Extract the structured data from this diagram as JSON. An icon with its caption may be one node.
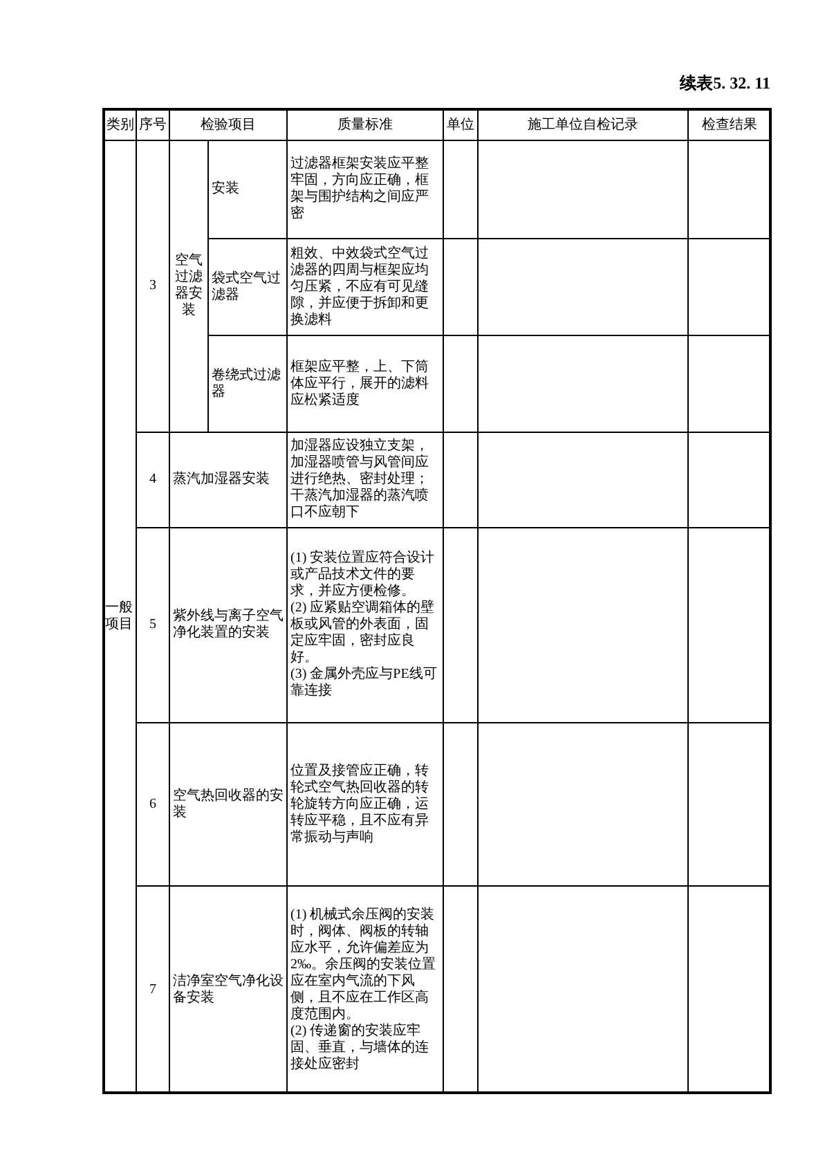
{
  "diagram": {
    "labels": [
      "续表5. 32. 11",
      "类别",
      "序号",
      "检验项目",
      "质量标准",
      "单位",
      "施工单位自检记录",
      "检查结果",
      "一般项目",
      "3",
      "空气过滤器安装",
      "安装",
      "过滤器框架安装应平整牢固，方向应正确，框架与围护结构之间应严密",
      "袋式空气过滤器",
      "粗效、中效袋式空气过滤器的四周与框架应均匀压紧，不应有可见缝隙，并应便于拆卸和更换滤料",
      "卷绕式过滤器",
      "框架应平整，上、下筒体应平行，展开的滤料应松紧适度",
      "4",
      "蒸汽加湿器安装",
      "加湿器应设独立支架，加湿器喷管与风管间应进行绝热、密封处理；干蒸汽加湿器的蒸汽喷口不应朝下",
      "5",
      "紫外线与离子空气净化装置的安装",
      "(1) 安装位置应符合设计或产品技术文件的要求，并应方便检修。",
      "(2) 应紧贴空调箱体的壁板或风管的外表面，固定应牢固，密封应良好。",
      "(3) 金属外壳应与PE线可靠连接",
      "6",
      "空气热回收器的安装",
      "位置及接管应正确，转轮式空气热回收器的转轮旋转方向应正确，运转应平稳，且不应有异常振动与声响",
      "7",
      "洁净室空气净化设备安装",
      "(1) 机械式余压阀的安装时，阀体、阀板的转轴应水平，允许偏差应为2‰。余压阀的安装位置应在室内气流的下风侧，且不应在工作区高度范围内。",
      "(2) 传递窗的安装应牢固、垂直，与墙体的连接处应密封"
    ]
  }
}
